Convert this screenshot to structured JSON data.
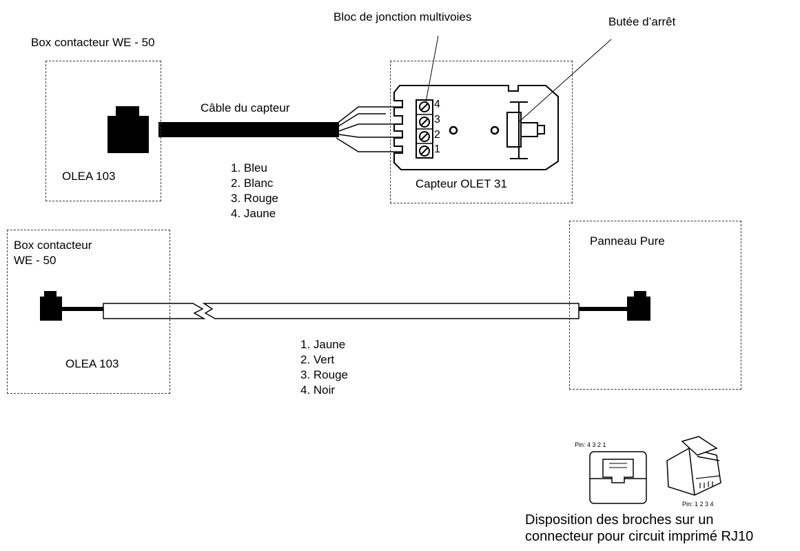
{
  "top": {
    "box_title": "Box contacteur  WE - 50",
    "connector_label": "OLEA 103",
    "cable_label": "Câble du capteur",
    "terminal_block_label": "Bloc de jonction multivoies",
    "stop_label": "Butée d’arrêt",
    "sensor_label": "Capteur OLET 31",
    "terminal_numbers": [
      "4",
      "3",
      "2",
      "1"
    ],
    "wire_colors": [
      "1. Bleu",
      "2. Blanc",
      "3. Rouge",
      "4. Jaune"
    ]
  },
  "bottom": {
    "left_box_title_line1": "Box contacteur",
    "left_box_title_line2": "WE - 50",
    "left_connector_label": "OLEA 103",
    "right_box_title": "Panneau Pure",
    "wire_colors": [
      "1. Jaune",
      "2. Vert",
      "3. Rouge",
      "4. Noir"
    ]
  },
  "rj10": {
    "front_pin_label": "Pin:  4  3  2  1",
    "side_pin_label": "Pin:  1  2  3  4",
    "caption_line1": "Disposition des broches sur un",
    "caption_line2": "connecteur pour circuit imprimé RJ10"
  }
}
